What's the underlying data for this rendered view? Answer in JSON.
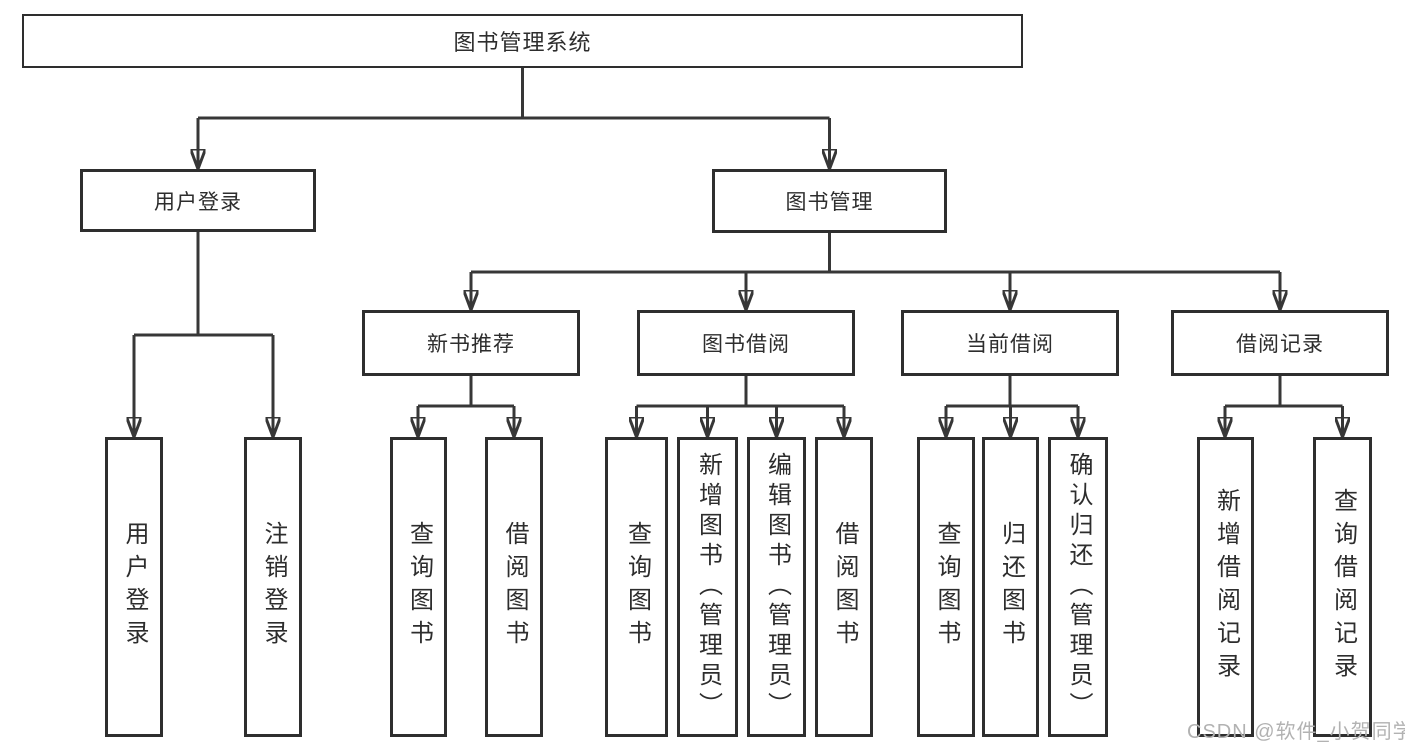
{
  "diagram": {
    "type": "hierarchy",
    "root": {
      "label": "图书管理系统"
    },
    "level2": {
      "userLogin": {
        "label": "用户登录"
      },
      "bookMgmt": {
        "label": "图书管理"
      }
    },
    "level3": {
      "newBookRec": {
        "label": "新书推荐"
      },
      "bookBorrow": {
        "label": "图书借阅"
      },
      "currentBorrow": {
        "label": "当前借阅"
      },
      "borrowRecords": {
        "label": "借阅记录"
      }
    },
    "leaves": {
      "loginLeaf": {
        "label": "用户登录",
        "parent": "用户登录"
      },
      "logoutLeaf": {
        "label": "注销登录",
        "parent": "用户登录"
      },
      "nbQuery": {
        "label": "查询图书",
        "parent": "新书推荐"
      },
      "nbBorrow": {
        "label": "借阅图书",
        "parent": "新书推荐"
      },
      "bbQuery": {
        "label": "查询图书",
        "parent": "图书借阅"
      },
      "bbAdd": {
        "label": "新增图书（管理员）",
        "parent": "图书借阅"
      },
      "bbEdit": {
        "label": "编辑图书（管理员）",
        "parent": "图书借阅"
      },
      "bbBorrow": {
        "label": "借阅图书",
        "parent": "图书借阅"
      },
      "cbQuery": {
        "label": "查询图书",
        "parent": "当前借阅"
      },
      "cbReturn": {
        "label": "归还图书",
        "parent": "当前借阅"
      },
      "cbConfirm": {
        "label": "确认归还（管理员）",
        "parent": "当前借阅"
      },
      "brAdd": {
        "label": "新增借阅记录",
        "parent": "借阅记录"
      },
      "brQuery": {
        "label": "查询借阅记录",
        "parent": "借阅记录"
      }
    }
  },
  "watermark": {
    "text": "CSDN @软件_小贺同学"
  },
  "colors": {
    "background": "#ffffff",
    "line": "#373737",
    "box_border": "#2e2e2e",
    "text": "#2d2d2d",
    "watermark": "#b2b2b2"
  }
}
